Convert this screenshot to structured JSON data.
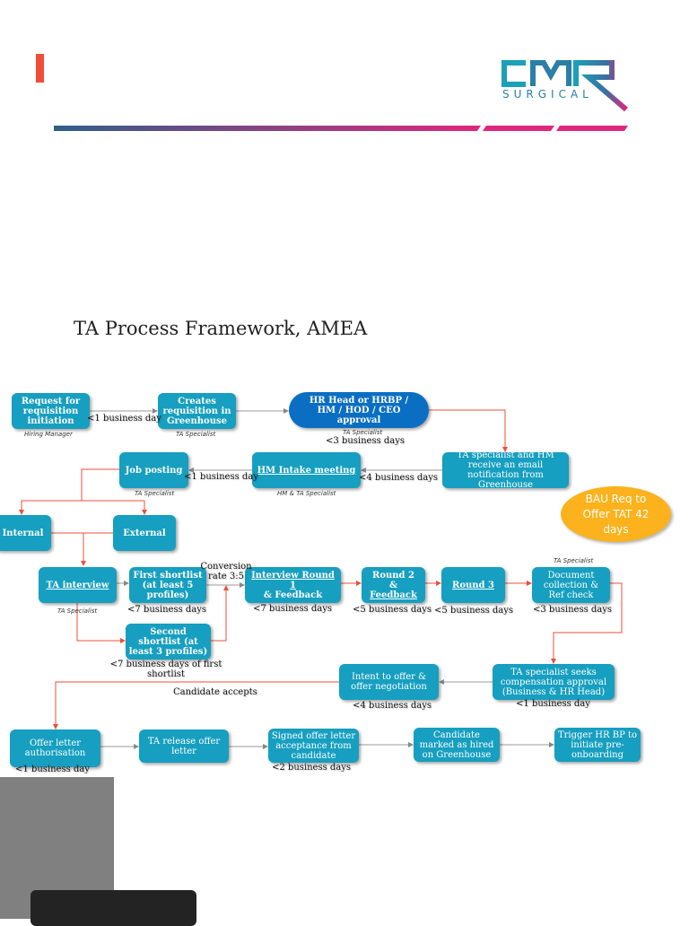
{
  "header": {
    "logo_text": "CMR",
    "logo_subtext": "SURGICAL",
    "brand_colors": {
      "teal": "#1aa0b8",
      "magenta": "#e0267d",
      "navy": "#2f5f8a",
      "accent_red": "#f04e37"
    }
  },
  "title": "TA Process Framework, AMEA",
  "nodes": {
    "request": "Request for requisition initiation",
    "creates": "Creates requisition in Greenhouse",
    "approval": "HR Head or HRBP / HM / HOD / CEO approval",
    "approval_link": "HRBP",
    "notification": "TA specialist and HM receive an email notification from Greenhouse",
    "intake": "HM Intake meeting",
    "job_posting": "Job posting",
    "internal": "Internal",
    "external": "External",
    "ta_interview": "TA interview",
    "first_shortlist": "First shortlist (at least 5 profiles)",
    "second_shortlist": "Second shortlist (at least 3 profiles)",
    "round1": "Interview Round 1",
    "round1_sub": "& Feedback",
    "round2_a": "Round 2",
    "round2_b": "&",
    "round2_c": "Feedback",
    "round3": "Round 3",
    "documents": "Document collection & Ref check",
    "comp_approval": "TA specialist seeks compensation approval (Business & HR Head)",
    "intent": "Intent to offer & offer negotiation",
    "offer_auth": "Offer letter authorisation",
    "release": "TA release offer letter",
    "signed": "Signed offer letter acceptance from candidate",
    "hired": "Candidate marked as hired on Greenhouse",
    "trigger": "Trigger HR BP to initiate pre-onboarding"
  },
  "roles": {
    "hiring_manager": "Hiring Manager",
    "ta_specialist": "TA Specialist",
    "hm_ta": "HM & TA Specialist"
  },
  "durations": {
    "lt1": "<1 business day",
    "lt3": "<3 business days",
    "lt4": "<4 business days",
    "lt5": "<5 business days",
    "lt7": "<7 business days",
    "lt2": "<2 business days",
    "second": "<7 business days of first shortlist"
  },
  "conversion": "Conversion rate 3:5",
  "candidate_accepts": "Candidate accepts",
  "bau": {
    "text": "BAU Req to Offer TAT 42 days",
    "color": "#fbb21c"
  }
}
